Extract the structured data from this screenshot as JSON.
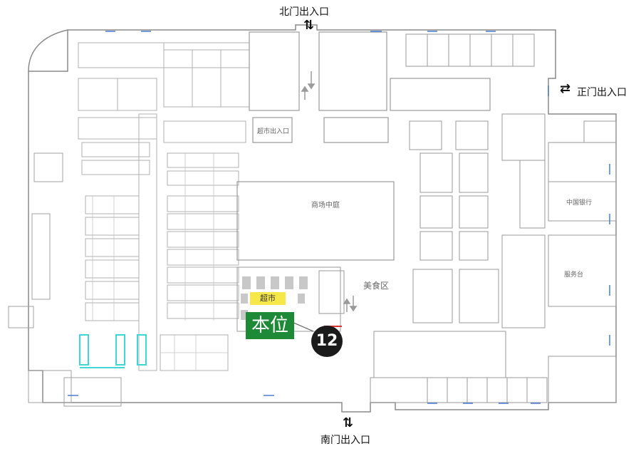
{
  "entrances": {
    "north": "北门出入口",
    "main": "正门出入口",
    "south": "南门出入口"
  },
  "here": {
    "label": "本位",
    "number": "12"
  },
  "areas": {
    "supermarket": "超市",
    "center": "商场中庭",
    "exit_label": "超市出入口",
    "food": "美食区",
    "bank": "中国银行",
    "service": "服务台"
  },
  "colors": {
    "here_bg": "#1e8a38",
    "number_bg": "#1b1b1b",
    "supermarket_bg": "#f7e84a",
    "fixture_cyan": "#3fd6d6",
    "wall": "#8a8a8a"
  },
  "icons": [
    "double-arrow-up-down-icon",
    "double-arrow-left-right-icon"
  ]
}
